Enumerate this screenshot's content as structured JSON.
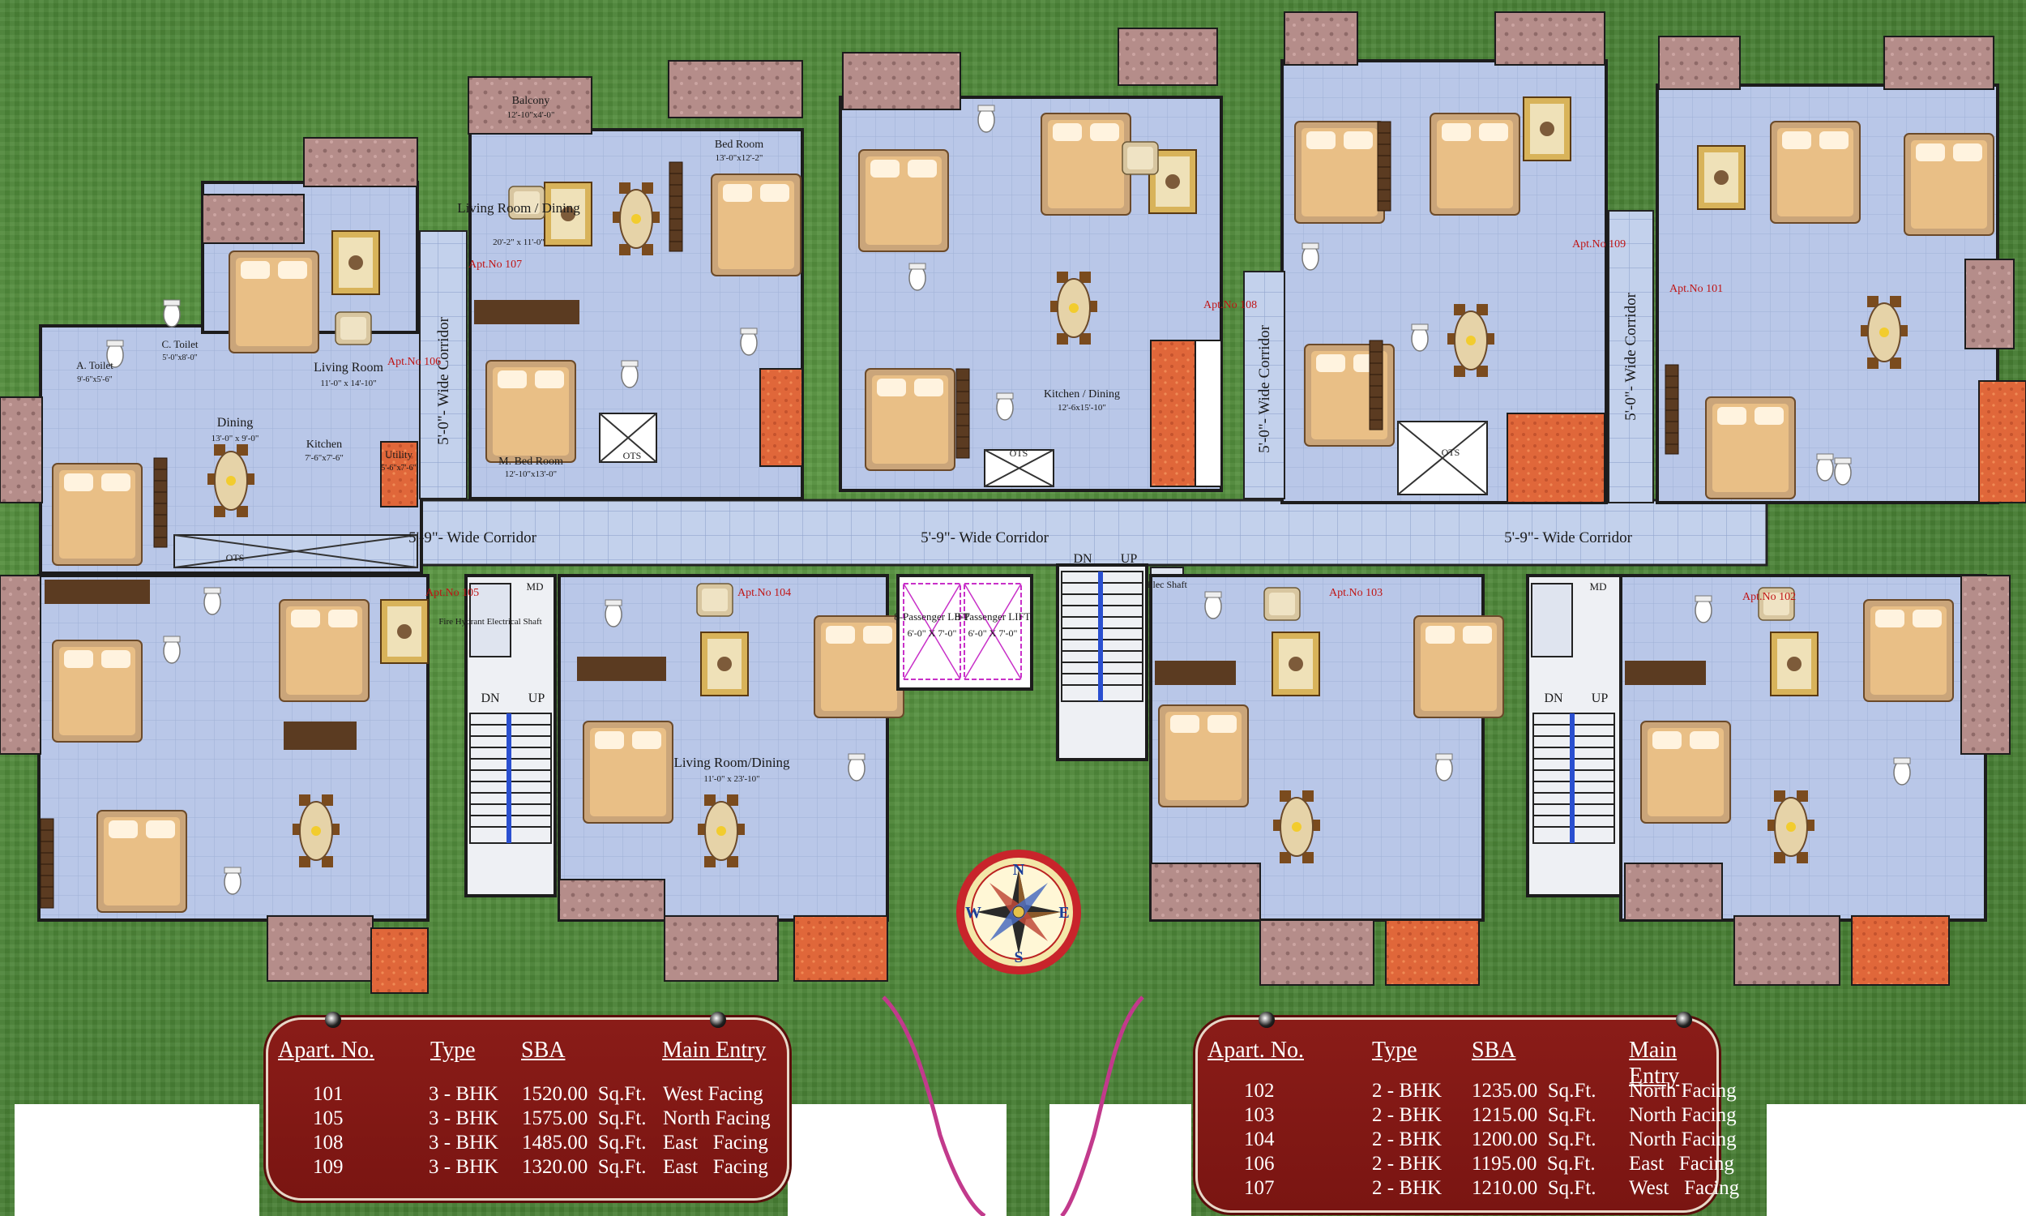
{
  "corridors": {
    "horizontal": [
      "5'-9\"- Wide Corridor",
      "5'-9\"- Wide Corridor",
      "5'-9\"- Wide Corridor"
    ],
    "vertical": [
      "5'-0\"- Wide Corridor",
      "5'-0\"- Wide Corridor",
      "5'-0\"- Wide Corridor"
    ]
  },
  "apartment_tags": [
    "Apt.No 101",
    "Apt.No 102",
    "Apt.No 103",
    "Apt.No 104",
    "Apt.No 105",
    "Apt.No 106",
    "Apt.No 107",
    "Apt.No 108",
    "Apt.No 109"
  ],
  "rooms": [
    {
      "name": "Balcony",
      "dim": "12'-10\"x4'-0\""
    },
    {
      "name": "Living Room / Dining",
      "dim": "20'-2\" x 11'-0\""
    },
    {
      "name": "Bed Room",
      "dim": "13'-0\"x12'-2\""
    },
    {
      "name": "M. Bed Room",
      "dim": "12'-10\"x13'-0\""
    },
    {
      "name": "Living Room",
      "dim": "11'-0\" x 14'-10\""
    },
    {
      "name": "Dining",
      "dim": "13'-0\" x 9'-0\""
    },
    {
      "name": "Kitchen",
      "dim": "7'-6\"x7'-6\""
    },
    {
      "name": "Utility",
      "dim": "5'-6\"x7'-6\""
    },
    {
      "name": "Kitchen / Dining",
      "dim": "12'-6x15'-10\""
    },
    {
      "name": "Living Room/Dining",
      "dim": "11'-0\" x 23'-10\""
    },
    {
      "name": "8-Passenger LIFT",
      "dim": "6'-0\" X 7'-0\""
    },
    {
      "name": "Fire Hydrant Electrical Shaft",
      "dim": ""
    },
    {
      "name": "Elec Shaft",
      "dim": ""
    },
    {
      "name": "A. Toilet",
      "dim": "9'-6\"x5'-6\""
    },
    {
      "name": "C. Toilet",
      "dim": "5'-0\"x8'-0\""
    },
    {
      "name": "OTS",
      "dim": ""
    },
    {
      "name": "MD",
      "dim": ""
    },
    {
      "name": "DN",
      "dim": ""
    },
    {
      "name": "UP",
      "dim": ""
    }
  ],
  "compass": {
    "n": "N",
    "s": "S",
    "e": "E",
    "w": "W"
  },
  "legends": [
    {
      "headers": {
        "apt": "Apart. No.",
        "type": "Type",
        "sba": "SBA",
        "entry": "Main Entry"
      },
      "rows": [
        {
          "apt": "101",
          "type": "3 - BHK",
          "sba": "1520.00  Sq.Ft.",
          "entry": "West Facing"
        },
        {
          "apt": "105",
          "type": "3 - BHK",
          "sba": "1575.00  Sq.Ft.",
          "entry": "North Facing"
        },
        {
          "apt": "108",
          "type": "3 - BHK",
          "sba": "1485.00  Sq.Ft.",
          "entry": "East   Facing"
        },
        {
          "apt": "109",
          "type": "3 - BHK",
          "sba": "1320.00  Sq.Ft.",
          "entry": "East   Facing"
        }
      ]
    },
    {
      "headers": {
        "apt": "Apart. No.",
        "type": "Type",
        "sba": "SBA",
        "entry": "Main Entry"
      },
      "rows": [
        {
          "apt": "102",
          "type": "2 - BHK",
          "sba": "1235.00  Sq.Ft.",
          "entry": "North Facing"
        },
        {
          "apt": "103",
          "type": "2 - BHK",
          "sba": "1215.00  Sq.Ft.",
          "entry": "North Facing"
        },
        {
          "apt": "104",
          "type": "2 - BHK",
          "sba": "1200.00  Sq.Ft.",
          "entry": "North Facing"
        },
        {
          "apt": "106",
          "type": "2 - BHK",
          "sba": "1195.00  Sq.Ft.",
          "entry": "East   Facing"
        },
        {
          "apt": "107",
          "type": "2 - BHK",
          "sba": "1210.00  Sq.Ft.",
          "entry": "West   Facing"
        }
      ]
    }
  ],
  "colors": {
    "floor": "#b7c6e8",
    "wall": "#1c1c1c",
    "balcony": "#b48a88",
    "utility": "#e06a3a",
    "corridor": "#c2d0ea",
    "legend": "#7f1814",
    "grass": "#4f8a3a"
  }
}
